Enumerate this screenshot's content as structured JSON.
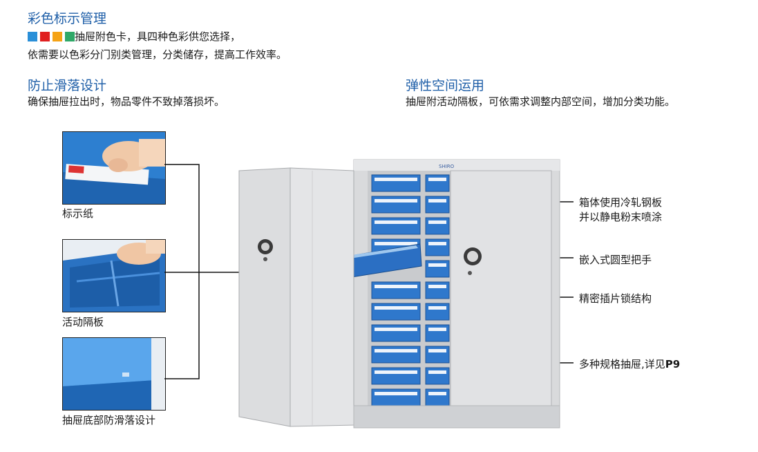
{
  "header": {
    "color_title": "彩色标示管理",
    "color_line1": "抽屉附色卡，具四种色彩供您选择，",
    "color_line2": "依需要以色彩分门别类管理，分类储存，提高工作效率。",
    "swatches": [
      "#2a8fd8",
      "#e02020",
      "#f5a316",
      "#2fa868"
    ],
    "antislip_title": "防止滑落设计",
    "antislip_desc": "确保抽屉拉出时，物品零件不致掉落损坏。",
    "space_title": "弹性空间运用",
    "space_desc": "抽屉附活动隔板，可依需求调整内部空间，增加分类功能。"
  },
  "photos": [
    {
      "label": "标示纸"
    },
    {
      "label": "活动隔板"
    },
    {
      "label": "抽屉底部防滑落设计"
    }
  ],
  "cabinet": {
    "brand": "SHIRO"
  },
  "callouts": [
    {
      "line1": "箱体使用冷轧钢板",
      "line2": "并以静电粉末喷涂"
    },
    {
      "line1": "嵌入式圆型把手"
    },
    {
      "line1": "精密插片锁结构"
    },
    {
      "line1": "多种规格抽屉,详见",
      "bold": "P9"
    }
  ]
}
